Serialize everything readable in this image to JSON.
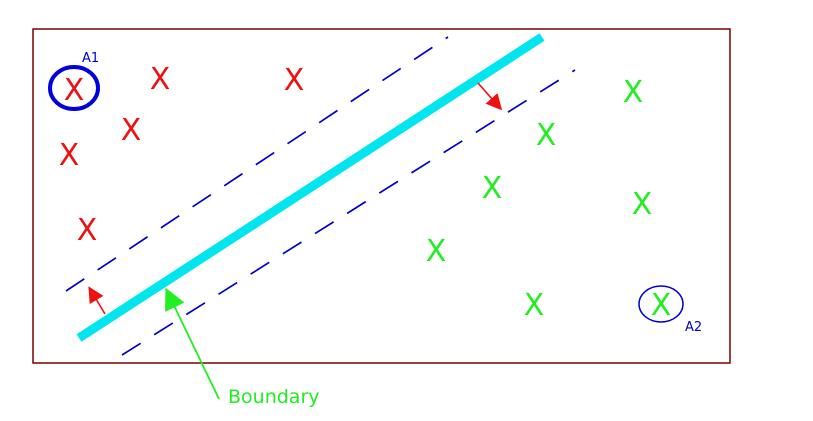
{
  "colors": {
    "frame": "#7a0000",
    "class_a": "#ee1111",
    "class_b": "#22ee22",
    "boundary": "#00e5ee",
    "margin_lines": "#0000cc",
    "highlight_circle": "#0000dd",
    "arrow_red": "#ee1111",
    "arrow_green": "#22ee22",
    "labels": "#0000cc"
  },
  "diagram": {
    "class_a_label": "X",
    "class_b_label": "X",
    "a1_label": "A1",
    "a2_label": "A2",
    "boundary_label": "Boundary",
    "arrow_icon": "arrow-icon"
  }
}
